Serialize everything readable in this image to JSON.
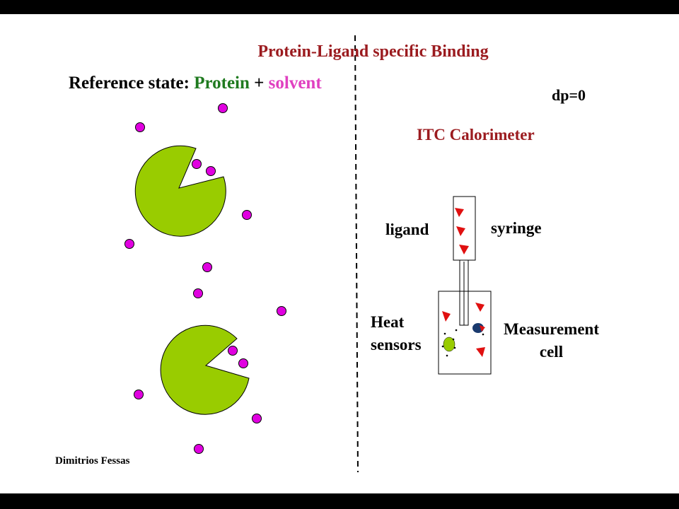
{
  "title": "Protein-Ligand specific Binding",
  "reference_state": {
    "prefix": "Reference state: ",
    "protein": "Protein",
    "plus": " + ",
    "solvent": "solvent"
  },
  "dp_label": "dp=0",
  "itc_label": "ITC Calorimeter",
  "ligand_label": "ligand",
  "syringe_label": "syringe",
  "heat_sensors_label": [
    "Heat",
    "sensors"
  ],
  "measurement_cell_label": [
    "Measurement",
    "cell"
  ],
  "author": "Dimitrios Fessas",
  "colors": {
    "title_red": "#9b1b1f",
    "protein_green": "#99cc00",
    "protein_text_green": "#1f7a1f",
    "solvent_magenta": "#e000e0",
    "ligand_red": "#e01010",
    "complex_navy": "#1a3a6e"
  }
}
